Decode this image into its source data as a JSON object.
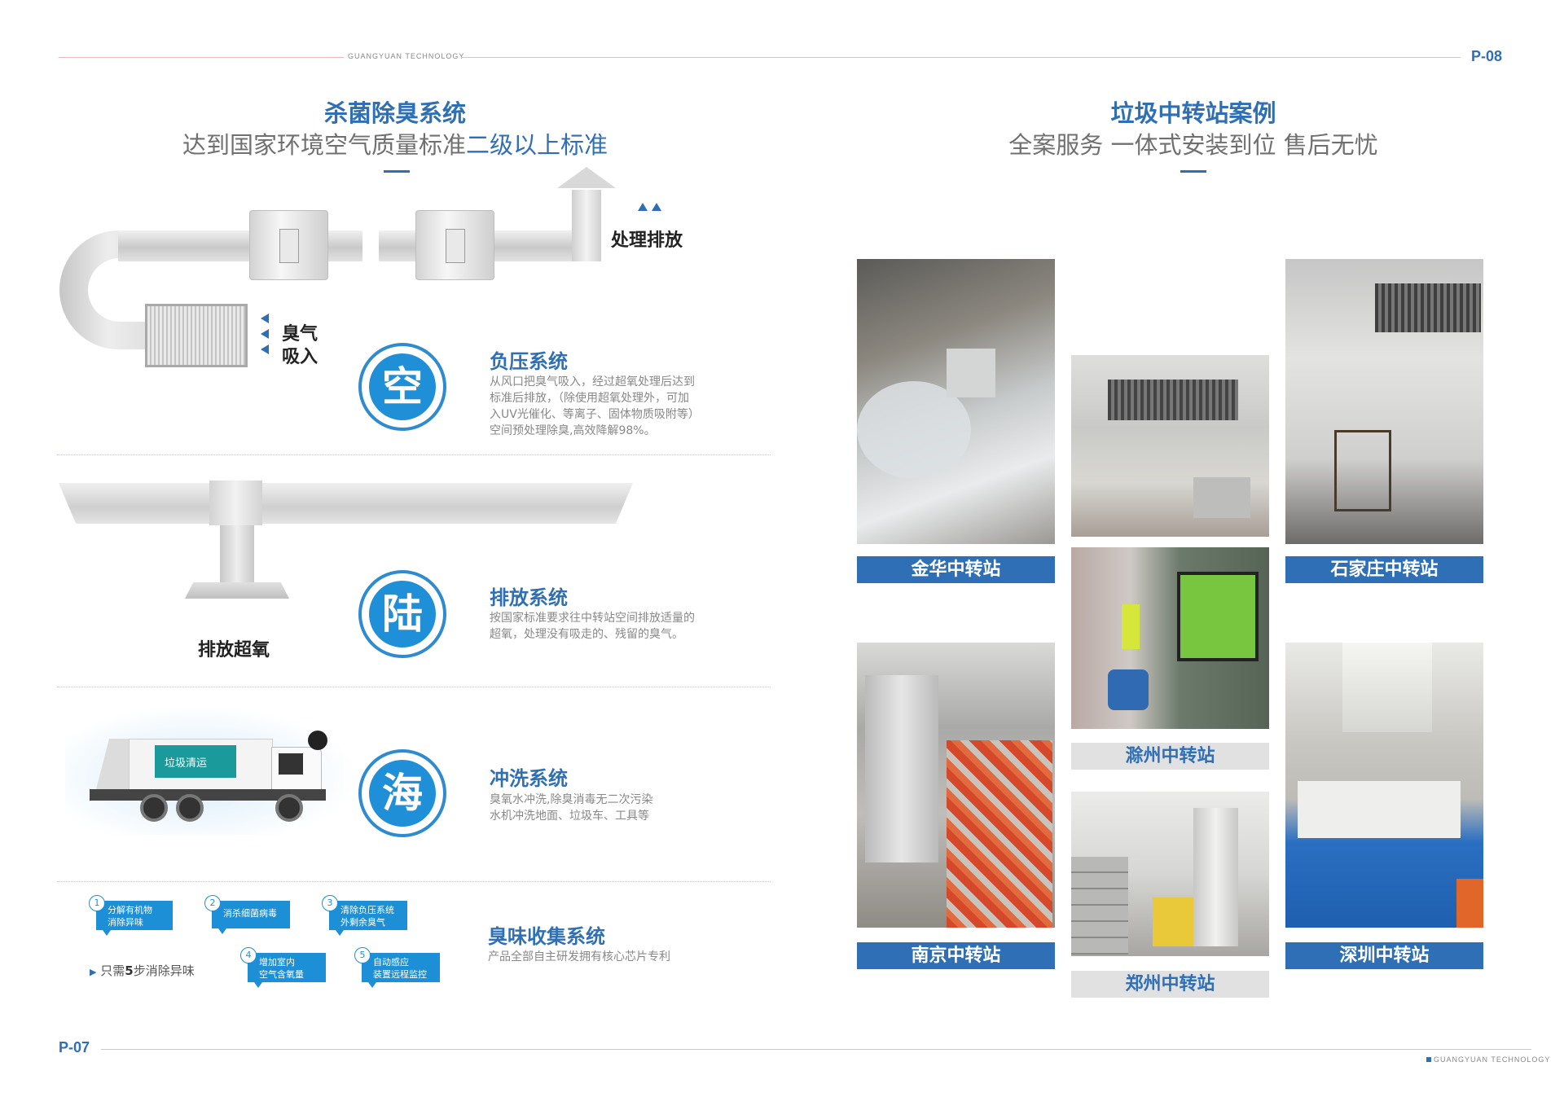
{
  "header": {
    "brand": "GUANGYUAN TECHNOLOGY",
    "page_right": "P-08"
  },
  "footer": {
    "brand": "GUANGYUAN TECHNOLOGY",
    "page_left": "P-07"
  },
  "left": {
    "title": "杀菌除臭系统",
    "subtitle_plain": "达到国家环境空气质量标准",
    "subtitle_highlight": "二级以上标准",
    "labels": {
      "exhaust": "处理排放",
      "odor_in_1": "臭气",
      "odor_in_2": "吸入",
      "release": "排放超氧"
    },
    "systems": [
      {
        "char": "空",
        "title": "负压系统",
        "desc": [
          "从风口把臭气吸入，经过超氧处理后达到",
          "标准后排放，（除使用超氧处理外，可加",
          "入UV光催化、等离子、固体物质吸附等）",
          "空间预处理除臭,高效降解98%。"
        ]
      },
      {
        "char": "陆",
        "title": "排放系统",
        "desc": [
          "按国家标准要求往中转站空间排放适量的",
          "超氧，处理没有吸走的、残留的臭气。"
        ]
      },
      {
        "char": "海",
        "title": "冲洗系统",
        "desc": [
          "臭氧水冲洗,除臭消毒无二次污染",
          "水机冲洗地面、垃圾车、工具等"
        ]
      },
      {
        "char": "",
        "title": "臭味收集系统",
        "desc": [
          "产品全部自主研发拥有核心芯片专利"
        ]
      }
    ],
    "truck_text": "垃圾清运",
    "steps": [
      {
        "num": "1",
        "lines": [
          "分解有机物",
          "消除异味"
        ]
      },
      {
        "num": "2",
        "lines": [
          "消杀细菌病毒"
        ]
      },
      {
        "num": "3",
        "lines": [
          "清除负压系统",
          "外剩余臭气"
        ]
      },
      {
        "num": "4",
        "lines": [
          "增加室内",
          "空气含氧量"
        ]
      },
      {
        "num": "5",
        "lines": [
          "自动感应",
          "装置远程监控"
        ]
      }
    ],
    "steps_note": {
      "pre": "只需",
      "num": "5",
      "post": "步消除异味"
    }
  },
  "right": {
    "title": "垃圾中转站案例",
    "subtitle": "全案服务 一体式安装到位 售后无忧",
    "cases": [
      {
        "name": "金华中转站"
      },
      {
        "name": "石家庄中转站"
      },
      {
        "name": "滁州中转站"
      },
      {
        "name": "南京中转站"
      },
      {
        "name": "深圳中转站"
      },
      {
        "name": "郑州中转站"
      }
    ]
  }
}
